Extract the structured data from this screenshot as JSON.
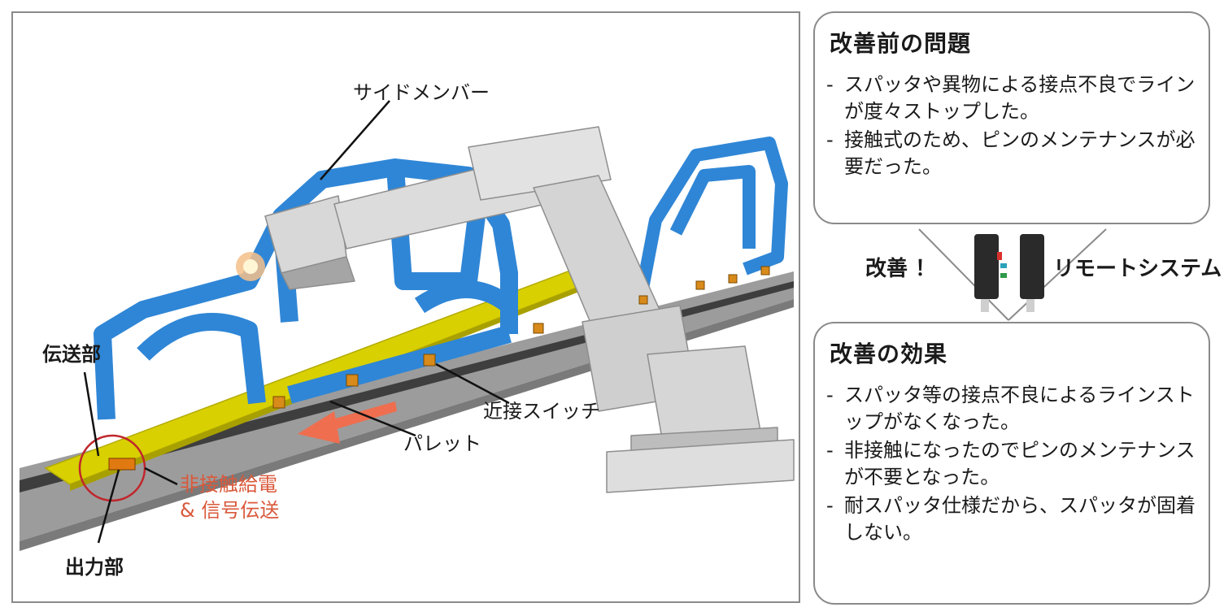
{
  "scene": {
    "labels": {
      "side_member": "サイドメンバー",
      "transmitter": "伝送部",
      "proximity_switch": "近接スイッチ",
      "pallet": "パレット",
      "non_contact_line1": "非接触給電",
      "non_contact_line2": "& 信号伝送",
      "output": "出力部"
    },
    "colors": {
      "car_body": "#2f86d6",
      "pallet": "#d8d000",
      "robot": "#d4d4d4",
      "rail": "#9c9c9c",
      "arrow": "#ef6e4f",
      "highlight_circle": "#c0262c",
      "accent_text": "#d9593b"
    }
  },
  "before": {
    "title": "改善前の問題",
    "items": [
      "スパッタや異物による接点不良でラインが度々ストップした。",
      "接触式のため、ピンのメンテナンスが必要だった。"
    ]
  },
  "middle": {
    "improve_label": "改善 ！",
    "system_label": "リモートシステム"
  },
  "after": {
    "title": "改善の効果",
    "items": [
      "スパッタ等の接点不良によるラインストップがなくなった。",
      "非接触になったのでピンのメンテナンスが不要となった。",
      "耐スパッタ仕様だから、スパッタが固着しない。"
    ]
  },
  "bullet_mark": "-"
}
